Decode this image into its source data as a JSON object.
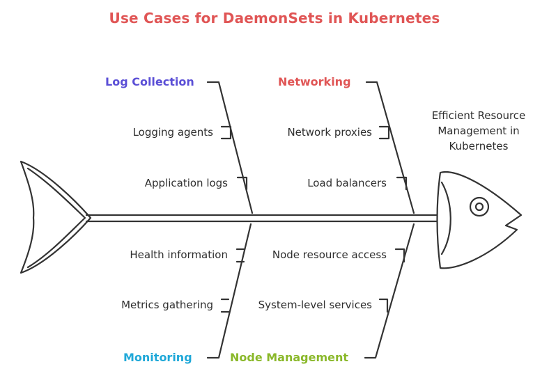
{
  "title": "Use Cases for DaemonSets in Kubernetes",
  "effect": "Efficient Resource Management in Kubernetes",
  "categories": {
    "log_collection": {
      "label": "Log Collection",
      "color": "#5b4fd6",
      "causes": [
        "Logging agents",
        "Application logs"
      ]
    },
    "networking": {
      "label": "Networking",
      "color": "#e05555",
      "causes": [
        "Network proxies",
        "Load balancers"
      ]
    },
    "monitoring": {
      "label": "Monitoring",
      "color": "#1fa8d8",
      "causes": [
        "Health information",
        "Metrics gathering"
      ]
    },
    "node_management": {
      "label": "Node Management",
      "color": "#8ab82a",
      "causes": [
        "Node resource access",
        "System-level services"
      ]
    }
  },
  "colors": {
    "line": "#333333",
    "fish_fill": "#ffffff"
  }
}
